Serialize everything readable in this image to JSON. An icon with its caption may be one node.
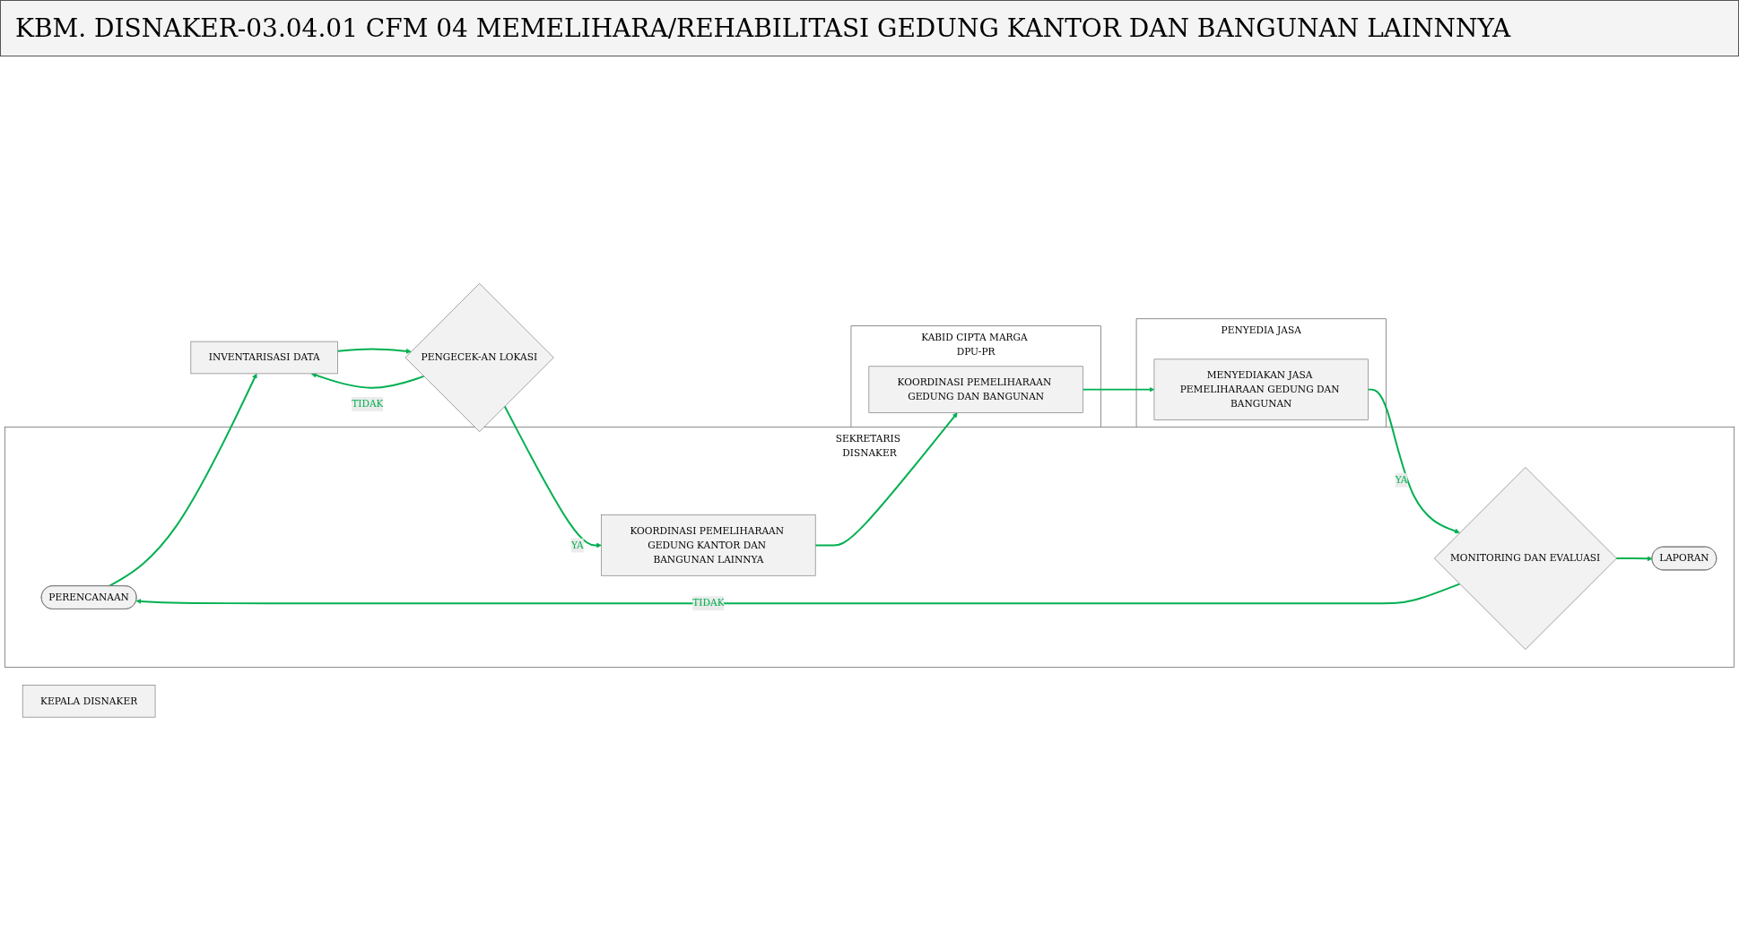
{
  "diagram": {
    "title": "KBM. DISNAKER-03.04.01 CFM 04 MEMELIHARA/REHABILITASI GEDUNG KANTOR DAN BANGUNAN LAINNNYA",
    "nodes": [
      {
        "text": [
          "SEKRETARIS DISNAKER"
        ]
      },
      {
        "text": [
          "KEPALA DISNAKER"
        ]
      },
      {
        "text": [
          "KABID CIPTA MARGA DPU-PR"
        ]
      },
      {
        "text": [
          "PENYEDIA JASA"
        ]
      },
      {
        "text": [
          "PERENCANAAN"
        ],
        "in": 0
      },
      {
        "text": [
          "INVENTARISASI DATA"
        ]
      },
      {
        "text": [
          "PENGECEK-AN LOKASI"
        ]
      },
      {
        "text": [
          "KOORDINASI PEMELIHARAAN GEDUNG KANTOR DAN BANGUNAN LAINNYA"
        ],
        "in": 0
      },
      {
        "text": [
          "MONITORING DAN EVALUASI"
        ],
        "in": 0
      },
      {
        "text": [
          "LAPORAN"
        ],
        "in": 0
      },
      {
        "text": [
          "KOORDINASI PEMELIHARAAN GEDUNG DAN BANGUNAN"
        ],
        "in": 2
      },
      {
        "text": [
          "MENYEDIAKAN JASA PEMELIHARAAN GEDUNG DAN BANGUNAN"
        ],
        "in": 3
      }
    ],
    "edges": [
      {
        "from": 4,
        "to": 5,
        "arrow": "to"
      },
      {
        "from": 5,
        "to": 6,
        "arrow": "to"
      },
      {
        "from": 6,
        "to": 7,
        "label": "YA",
        "arrow": "to"
      },
      {
        "from": 6,
        "to": 5,
        "label": "TIDAK",
        "arrow": "to"
      },
      {
        "from": 7,
        "to": 10,
        "arrow": "to"
      },
      {
        "from": 10,
        "to": 11,
        "arrow": "to"
      },
      {
        "from": 11,
        "to": 8,
        "label": "YA",
        "arrow": "to"
      },
      {
        "from": 8,
        "to": 4,
        "label": "TIDAK",
        "arrow": "to"
      },
      {
        "from": 8,
        "to": 9,
        "arrow": "to"
      }
    ]
  }
}
